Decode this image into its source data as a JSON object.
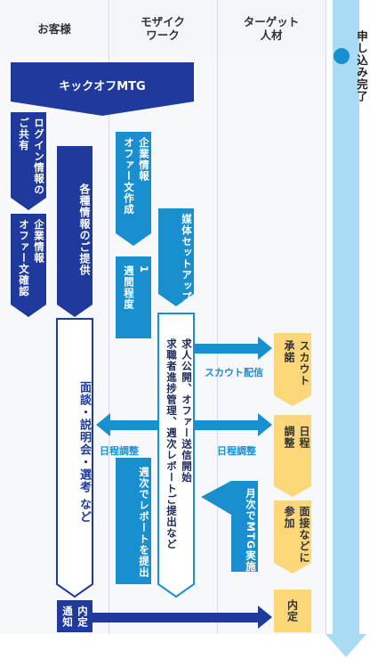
{
  "columns": {
    "client": "お客様",
    "mosaic": "モザイク\nワーク",
    "target": "ターゲット\n人材"
  },
  "timeline": {
    "label": "申し込み完了"
  },
  "steps": {
    "kickoff": "キックオフMTG",
    "login_share": "ログイン情報の\nご共有",
    "company_offer_check": "企業情報\nオファー文確認",
    "info_provide": "各種情報のご提供",
    "interview": "面談・説明会・選考 など",
    "naitei_notice": "内定\n通知",
    "company_offer_create": "企業情報\nオファー文作成",
    "one_week": "1\n週間程度",
    "media_setup": "媒体セットアップ",
    "job_publish": "求人公開、オファー送信開始\n求職者進捗管理、週次レポートご提出など",
    "weekly_report": "週次でレポートを提出",
    "monthly_mtg": "月次でMTG実施",
    "scout_accept": "スカウト\n承諾",
    "schedule_adjust": "日程\n調整",
    "interview_join": "面接などに\n参加",
    "naitei": "内定"
  },
  "arrows": {
    "scout_send": "スカウト配信",
    "schedule_left": "日程調整",
    "schedule_right": "日程調整"
  },
  "colors": {
    "navy": "#1f3a9c",
    "blue": "#1a8fcf",
    "yellow": "#fbd77a",
    "timeline": "#a9dcf4",
    "dot": "#1a8fcf",
    "header_bg": "#f3f5f8"
  }
}
